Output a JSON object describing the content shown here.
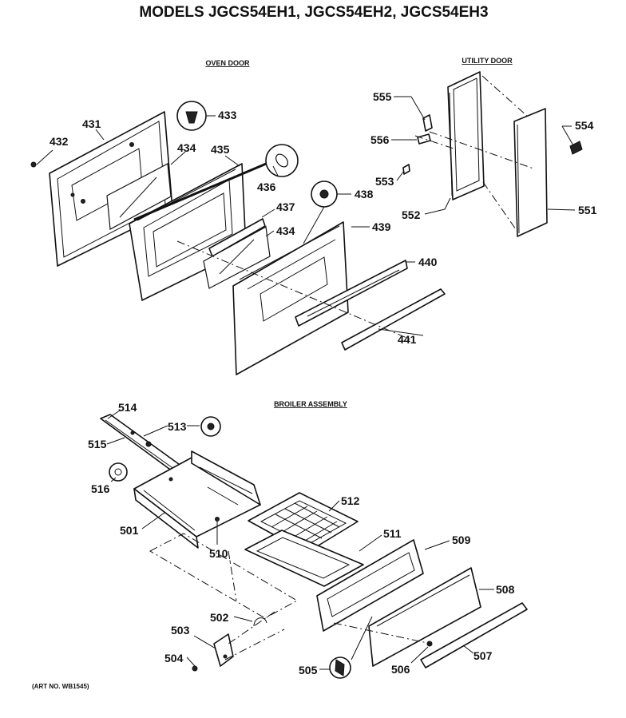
{
  "title": "MODELS JGCS54EH1, JGCS54EH2, JGCS54EH3",
  "sections": {
    "oven_door": "OVEN DOOR",
    "utility_door": "UTILITY DOOR",
    "broiler_assembly": "BROILER ASSEMBLY"
  },
  "art_number": "(ART NO. WB1545)",
  "callouts": {
    "p431": "431",
    "p432": "432",
    "p433": "433",
    "p434a": "434",
    "p435": "435",
    "p436": "436",
    "p437": "437",
    "p434b": "434",
    "p438": "438",
    "p439": "439",
    "p440": "440",
    "p441": "441",
    "p555": "555",
    "p556": "556",
    "p553": "553",
    "p552": "552",
    "p554": "554",
    "p551": "551",
    "p514": "514",
    "p513": "513",
    "p515": "515",
    "p516": "516",
    "p501": "501",
    "p510": "510",
    "p512": "512",
    "p511": "511",
    "p509": "509",
    "p508": "508",
    "p502": "502",
    "p503": "503",
    "p504": "504",
    "p505": "505",
    "p506": "506",
    "p507": "507"
  }
}
